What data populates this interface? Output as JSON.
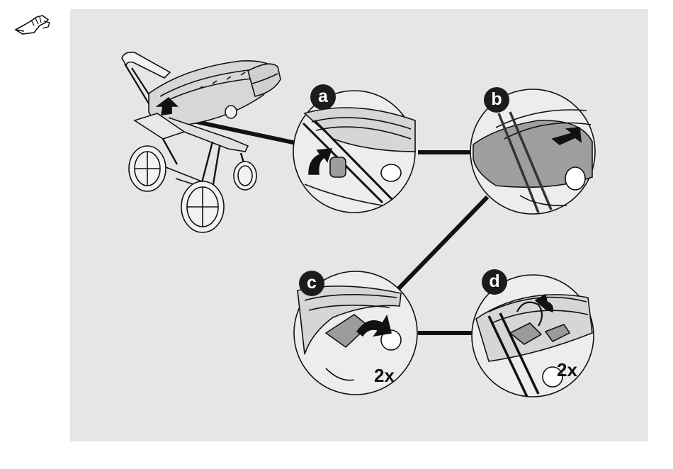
{
  "icon": {
    "name": "stroller-carrycot-icon"
  },
  "steps": [
    {
      "label": "a"
    },
    {
      "label": "b"
    },
    {
      "label": "c",
      "count": "2x"
    },
    {
      "label": "d",
      "count": "2x"
    }
  ],
  "colors": {
    "panel_background": "#e6e6e6",
    "badge_fill": "#1c1c1c",
    "line": "#111111",
    "fabric": "#9e9e9e"
  }
}
